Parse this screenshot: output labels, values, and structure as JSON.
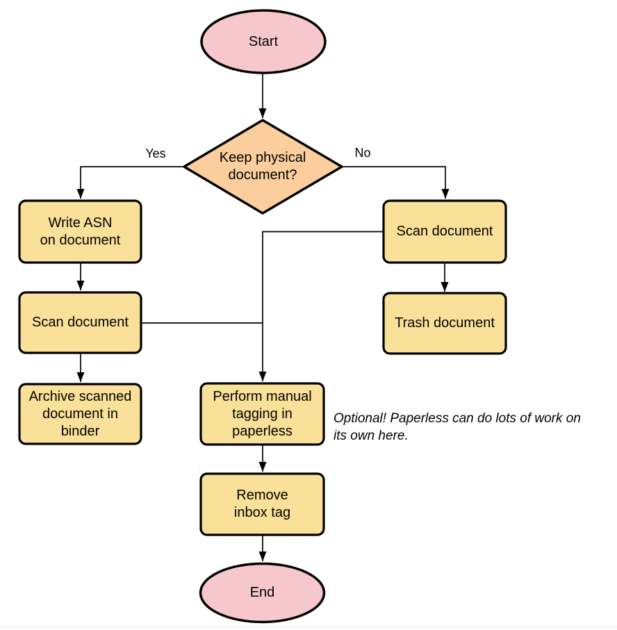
{
  "flowchart": {
    "nodes": {
      "start": {
        "label": "Start",
        "shape": "ellipse",
        "fill": "#F6C8CD"
      },
      "decision": {
        "label": "Keep physical\ndocument?",
        "shape": "diamond",
        "fill": "#FCCE9D"
      },
      "write_asn": {
        "label": "Write ASN\non document",
        "shape": "rect",
        "fill": "#FAE199"
      },
      "scan_left": {
        "label": "Scan document",
        "shape": "rect",
        "fill": "#FAE199"
      },
      "archive": {
        "label": "Archive scanned\ndocument in\nbinder",
        "shape": "rect",
        "fill": "#FAE199"
      },
      "scan_right": {
        "label": "Scan document",
        "shape": "rect",
        "fill": "#FAE199"
      },
      "trash": {
        "label": "Trash document",
        "shape": "rect",
        "fill": "#FAE199"
      },
      "tagging": {
        "label": "Perform manual\ntagging in\npaperless",
        "shape": "rect",
        "fill": "#FAE199"
      },
      "remove_inbox": {
        "label": "Remove\ninbox tag",
        "shape": "rect",
        "fill": "#FAE199"
      },
      "end": {
        "label": "End",
        "shape": "ellipse",
        "fill": "#F6C8CD"
      }
    },
    "edge_labels": {
      "yes": "Yes",
      "no": "No"
    },
    "note": "Optional! Paperless can do lots of work on\nits own here.",
    "colors": {
      "stroke": "#000000",
      "line": "#000000"
    }
  }
}
